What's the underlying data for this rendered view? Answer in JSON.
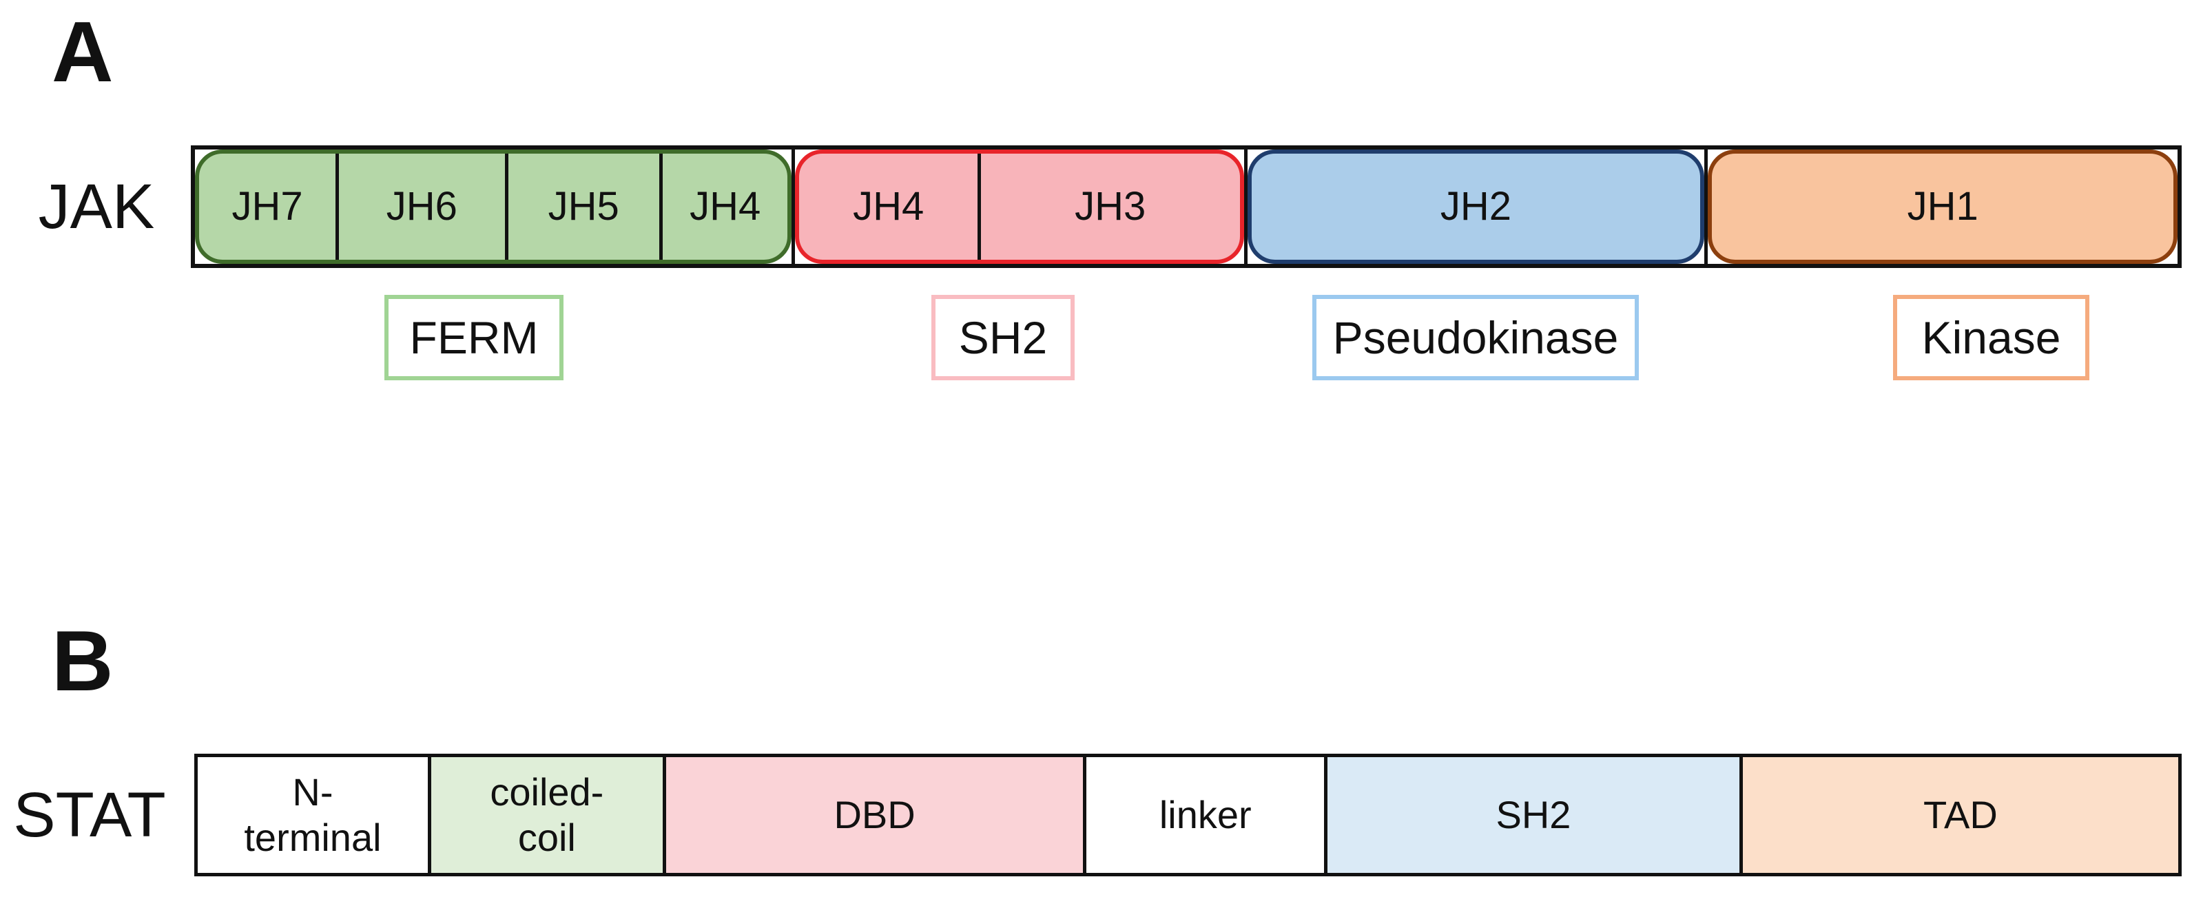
{
  "figure_type": "protein-domain-structure-diagram",
  "colors": {
    "outline_black": "#111111",
    "jak_green_fill": "#b5d7a8",
    "jak_green_edge": "#3f6c2a",
    "jak_pink_fill": "#f8b4ba",
    "jak_pink_edge": "#e8242a",
    "jak_blue_fill": "#abcdea",
    "jak_blue_edge": "#1f3d6d",
    "jak_orange_fill": "#f9c49e",
    "jak_orange_edge": "#8c3f0e",
    "stat_green_fill": "#dfeed8",
    "stat_pink_fill": "#fad3d7",
    "stat_blue_fill": "#daeaf6",
    "stat_peach_fill": "#fcdfc9",
    "label_border_green": "#a0d494",
    "label_border_pink": "#f9bcc1",
    "label_border_blue": "#9bc9ef",
    "label_border_orange": "#f5ab7e"
  },
  "panel_a": {
    "panel_label": "A",
    "row_label": "JAK",
    "segments": {
      "jh7": "JH7",
      "jh6": "JH6",
      "jh5": "JH5",
      "jh4_ferm": "JH4",
      "jh4_sh2": "JH4",
      "jh3": "JH3",
      "jh2": "JH2",
      "jh1": "JH1"
    },
    "domain_labels": {
      "ferm": "FERM",
      "sh2": "SH2",
      "pseudokinase": "Pseudokinase",
      "kinase": "Kinase"
    }
  },
  "panel_b": {
    "panel_label": "B",
    "row_label": "STAT",
    "segments": {
      "n_terminal": {
        "line1": "N-",
        "line2": "terminal"
      },
      "coiled_coil": {
        "line1": "coiled-",
        "line2": "coil"
      },
      "dbd": "DBD",
      "linker": "linker",
      "sh2": "SH2",
      "tad": "TAD"
    }
  }
}
